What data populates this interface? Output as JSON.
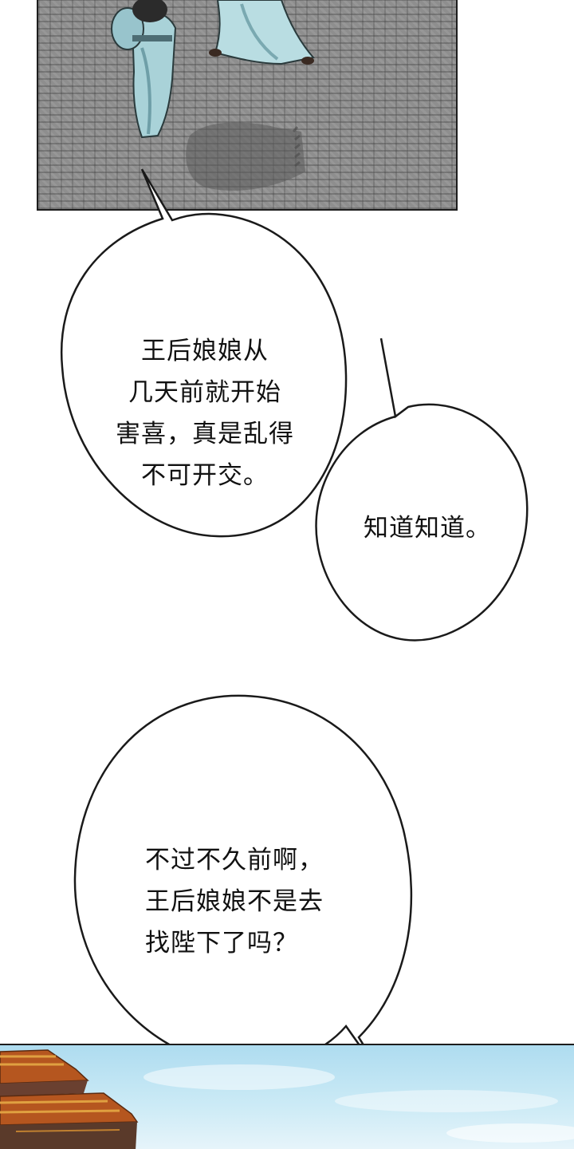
{
  "bubbles": [
    {
      "lines": [
        "王后娘娘从",
        "几天前就开始",
        "害喜，真是乱得",
        "不可开交。"
      ]
    },
    {
      "lines": [
        "知道知道。"
      ]
    },
    {
      "lines": [
        "不过不久前啊，",
        "王后娘娘不是去",
        "找陛下了吗？"
      ]
    }
  ],
  "colors": {
    "robe": "#a9d2d8",
    "robe_shadow": "#6f9fa8",
    "sky": "#aedcf0",
    "roof": "#b5561f"
  }
}
